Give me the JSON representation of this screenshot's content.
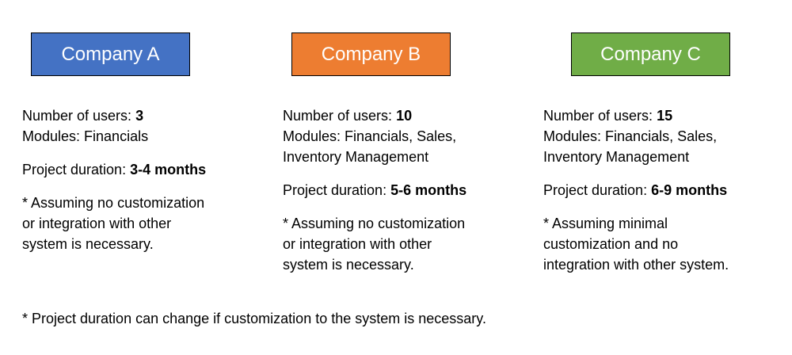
{
  "companies": [
    {
      "name": "Company A",
      "color": "#4472C4",
      "users_label": "Number of users: ",
      "users_value": "3",
      "modules_line1": "Modules: Financials",
      "modules_line2": "",
      "duration_label": "Project duration: ",
      "duration_value": "3-4 months",
      "note_lines": [
        "* Assuming no customization",
        "or integration with other",
        "system is necessary."
      ]
    },
    {
      "name": "Company B",
      "color": "#ED7D31",
      "users_label": "Number of users: ",
      "users_value": "10",
      "modules_line1": "Modules: Financials, Sales,",
      "modules_line2": "Inventory Management",
      "duration_label": "Project duration: ",
      "duration_value": "5-6 months",
      "note_lines": [
        "* Assuming no customization",
        "or integration with other",
        "system is necessary."
      ]
    },
    {
      "name": "Company C",
      "color": "#70AD47",
      "users_label": "Number of users: ",
      "users_value": "15",
      "modules_line1": "Modules: Financials, Sales,",
      "modules_line2": "Inventory Management",
      "duration_label": "Project duration: ",
      "duration_value": "6-9 months",
      "note_lines": [
        "* Assuming minimal",
        "customization and no",
        "integration with other system."
      ]
    }
  ],
  "footnote": "* Project duration can change if customization to the system is necessary."
}
